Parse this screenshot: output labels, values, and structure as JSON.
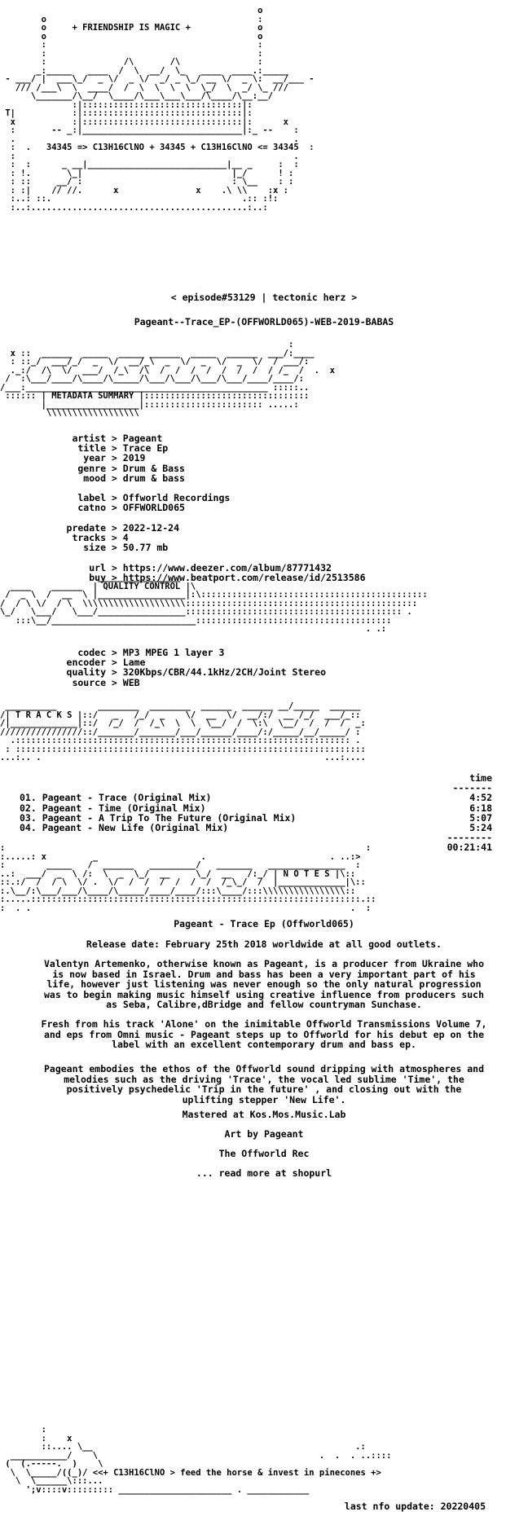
{
  "header": {
    "art_top": "                                                  o\n        o                                         :\n        o     + FRIENDSHIP IS MAGIC +             o\n        o                                         o\n        :                                         :\n        :                                         :\n        :               /\\       /\\               :\n       _:_____   ____  /  \\  __/  \\_   ____  ____.:_____\n - ___/ |  ___\\_/  _ \\/  _ \\/  _/ _ \\_/ __ \\/  _ \\:  __/___ -\n   /// /___\\  \\  ____/  /  \\  \\  \\  \\  \\_/  \\  _/ \\_ ///\n      \\_______/\\__/  \\____/\\___\\___\\___/\\____/\\__:__/\n              :|:::::::::::::::::::::::::::::::|:\n T|           :|:::::::::::::::::::::::::::::::|:\n  x           :|:::::::::::::::::::::::::::::::|:      x\n  :       -- _:|_______________________________|:_ --    :\n  .                                                      .\n  :  .   34345 => C13H16ClNO + 34345 + C13H16ClNO <= 34345  :\n  :                                                      .\n  :  :      _ __|___________________________|__ _     :  :\n  : !.       \\_|                             |_/      ! :\n  : ::     __/ :                             : \\__    : :\n  : :|    // //.      x               x    .\\ \\\\    :x :\n  :..: ::.                                     .:: :!:\n  :..:..........................................:..:",
    "tagline": "< episode#53129 | tectonic herz >",
    "release_name": "Pageant--Trace_EP-(OFFWORLD065)-WEB-2019-BABAS"
  },
  "metadata": {
    "banner_art": "                                                        :\n  x ::  ______  _____  _____ ______  _____  ______  ___/:____\n  : ::_/  ___/_/  _  \\/  __/_\\  _  \\/  _  \\/  _  \\/  / ___/:\n  ._:/  /\\  \\/  ___/  /_\\  /\\  /  /  /  /  /  /  /  / /_  /  .  x\n /  :\\___/____/\\____/\\_____/\\___/\\___/\\___/\\___/____/____/:\n/___:_______________________________________________ :::::..\n :::::: | METADATA SUMMARY |::::::::::::::::::::::::::::::::\n        |__________________|::::::::::::::::::::::: .....:\n         \\\\\\\\\\\\\\\\\\\\\\\\\\\\\\\\\\\\",
    "rows": [
      {
        "key": "artist",
        "value": "Pageant"
      },
      {
        "key": "title",
        "value": "Trace Ep"
      },
      {
        "key": "year",
        "value": "2019"
      },
      {
        "key": "genre",
        "value": "Drum & Bass"
      },
      {
        "key": "mood",
        "value": "drum & bass"
      },
      {
        "key": "",
        "value": ""
      },
      {
        "key": "label",
        "value": "Offworld Recordings"
      },
      {
        "key": "catno",
        "value": "OFFWORLD065"
      },
      {
        "key": "",
        "value": ""
      },
      {
        "key": "predate",
        "value": "2022-12-24"
      },
      {
        "key": "tracks",
        "value": "4"
      },
      {
        "key": "size",
        "value": "50.77 mb"
      },
      {
        "key": "",
        "value": ""
      },
      {
        "key": "url",
        "value": "https://www.deezer.com/album/87771432"
      },
      {
        "key": "buy",
        "value": "https://www.beatport.com/release/id/2513586"
      }
    ]
  },
  "quality": {
    "banner_art": "                   ________________\n  ____    ______  | QUALITY CONTROL |\\\n /  _ \\  /  __  \\ |_________________|:\\::::::::::::::::::::::::::::::::::::::::::::\n/  / \\ \\/  / \\  \\\\\\\\\\\\\\\\\\\\\\\\\\\\\\\\\\\\\\\\:::::::::::::::::::::::::::::::::::::::::::::\n\\_/   \\___/   \\___/_________________:::::::::::::::::::::::::::::::::::::::::: .\n   :::\\__/____________________________::::::::::::::::::::::::::::::::::::::\n                                                                       . .:",
    "rows": [
      {
        "key": "codec",
        "value": "MP3 MPEG 1 layer 3"
      },
      {
        "key": "encoder",
        "value": "Lame"
      },
      {
        "key": "quality",
        "value": "320Kbps/CBR/44.1kHz/2CH/Joint Stereo"
      },
      {
        "key": "source",
        "value": "WEB"
      }
    ]
  },
  "tracks": {
    "banner_art": " __________        ________  ________  ______  ______ __/_____  ______\n/| T R A C K S |::/   _   /_/  _    \\/  __  \\/  __/:/  __ /_/  ___/_::\n/|_____________|::/  /_/  /  /_\\  \\  \\  \\__/  /  \\:\\  \\__/  /  /  /  _:\n////////////////::/_______/_______/___/______/____/:/_____/__/_____/ :\n  .::::::::::::::::::::::::::::::::::::::::::::::::::::::::::::::::: .\n : ::::::::::::::::::::::::::::::::::::::::::::::::::::::::::::::::::::\n...:.. .                                                       ...:....",
    "time_header": "time",
    "rule_top": "-------",
    "items": [
      {
        "num": "01.",
        "title": "Pageant - Trace (Original Mix)",
        "time": "4:52"
      },
      {
        "num": "02.",
        "title": "Pageant - Time (Original Mix)",
        "time": "6:18"
      },
      {
        "num": "03.",
        "title": "Pageant - A Trip To The Future (Original Mix)",
        "time": "5:07"
      },
      {
        "num": "04.",
        "title": "Pageant - New Life (Original Mix)",
        "time": "5:24"
      }
    ],
    "rule_bottom": "--------",
    "total": "00:21:41"
  },
  "notes": {
    "banner_art": ":                                                                      :\n:.....: x         _                    .                        . ..:>\n:        _____   /  ______   _________/   _______   _______________  :\n..:  ___/  _  \\ /:  \\  _  \\_/  __     \\_/  __   /:_/ | N O T E S |\\::\n::.:/  /  / \\  \\/ .  \\/  /  /  /  /  /  /  /_\\_/  /  |_____________|\\::\n:.\\__/:\\___/___/\\____/\\_____/____/____/:::\\____/:::\\\\\\\\\\\\\\\\\\\\\\\\\\\\\\\\::\n:.....::::::::::::::::::::::::::::::::::::::::::::::::::::::::::::::::.::\n:  . .                                                              .  :",
    "heading": "Pageant - Trace Ep (Offworld065)",
    "paragraphs": [
      "Release date: February 25th 2018 worldwide at all good outlets.",
      "Valentyn Artemenko, otherwise known as Pageant, is a producer from Ukraine who is now based in Israel. Drum and bass has been a very important part of his life, however just listening was never enough so the only natural progression was to begin making music himself using creative influence from producers such as Seba, Calibre,dBridge and fellow countryman Sunchase.",
      "Fresh from his track 'Alone' on the inimitable Offworld Transmissions Volume 7, and eps from Omni music - Pageant steps up to Offworld for his debut ep on the label with an excellent contemporary drum and bass ep.",
      "Pageant embodies the ethos of the Offworld sound dripping with atmospheres and melodies such as the driving 'Trace', the vocal led sublime 'Time', the positively psychedelic 'Trip in the future' , and closing out with the uplifting stepper 'New Life'.",
      "Mastered at Kos.Mos.Music.Lab",
      "Art by Pageant",
      "The Offworld Rec",
      "... read more at shopurl"
    ]
  },
  "footer": {
    "art": "        :\n        :    x\n        ::.... \\__                                                   .:\n  ___________/    \\                                           .  .  . ..::::\n (  (.-----.  )    \\\n  \\  \\_____/((_)/ <<+ C13H16ClNO > feed the horse & invest in pinecones +>\n   \\  \\______\\:::...\n     ';v::::v::::::::: ______________________ . ____________",
    "last_update": "last nfo update: 20220405"
  }
}
